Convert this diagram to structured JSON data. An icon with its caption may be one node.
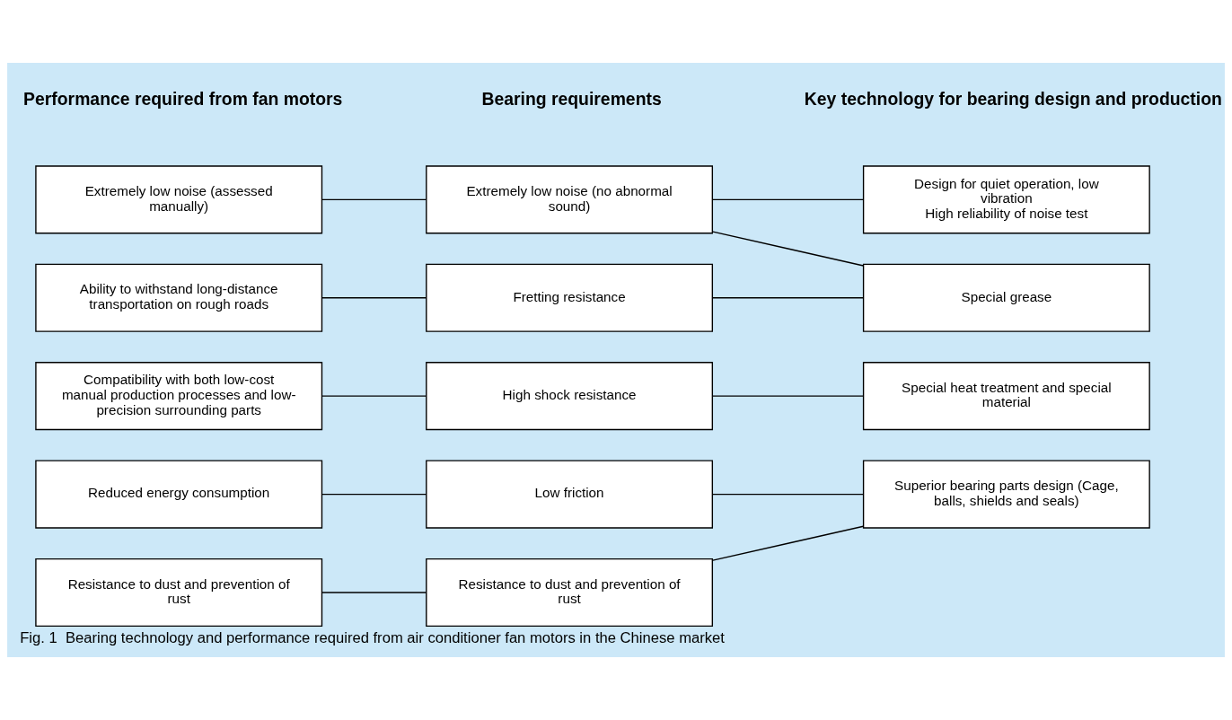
{
  "diagram": {
    "caption": "Fig. 1  Bearing technology and performance required from air conditioner fan motors in the Chinese market",
    "nodes": [
      {
        "text": [
          "Extremely low noise (assessed manually)"
        ]
      },
      {
        "text": [
          "Extremely low noise (no abnormal sound)"
        ]
      },
      {
        "text": [
          "Design for quiet operation, low vibration",
          "High reliability of noise test"
        ]
      },
      {
        "text": [
          "Ability to withstand long-distance transportation on rough roads"
        ]
      },
      {
        "text": [
          "Fretting resistance"
        ]
      },
      {
        "text": [
          "Special grease"
        ]
      },
      {
        "text": [
          "Compatibility with both low-cost manual production processes and low-precision surrounding parts"
        ]
      },
      {
        "text": [
          "High shock resistance"
        ]
      },
      {
        "text": [
          "Special heat treatment and special material"
        ]
      },
      {
        "text": [
          "Reduced energy consumption"
        ]
      },
      {
        "text": [
          "Low friction"
        ]
      },
      {
        "text": [
          "Superior bearing parts design (Cage, balls, shields and seals)"
        ]
      },
      {
        "text": [
          "Resistance to dust and prevention of rust"
        ]
      },
      {
        "text": [
          "Resistance to dust and prevention of rust"
        ]
      }
    ],
    "edges": [
      {
        "from": 0,
        "to": 1,
        "arrow": "none"
      },
      {
        "from": 1,
        "to": 2,
        "arrow": "none"
      },
      {
        "from": 1,
        "to": 5,
        "arrow": "none"
      },
      {
        "from": 3,
        "to": 4,
        "arrow": "none"
      },
      {
        "from": 4,
        "to": 5,
        "arrow": "none"
      },
      {
        "from": 6,
        "to": 7,
        "arrow": "none"
      },
      {
        "from": 7,
        "to": 8,
        "arrow": "none"
      },
      {
        "from": 9,
        "to": 10,
        "arrow": "none"
      },
      {
        "from": 10,
        "to": 11,
        "arrow": "none"
      },
      {
        "from": 12,
        "to": 13,
        "arrow": "none"
      },
      {
        "from": 13,
        "to": 11,
        "arrow": "none"
      }
    ],
    "labels": [
      "Performance required from fan motors",
      "Bearing requirements",
      "Key technology for bearing design and production"
    ]
  }
}
